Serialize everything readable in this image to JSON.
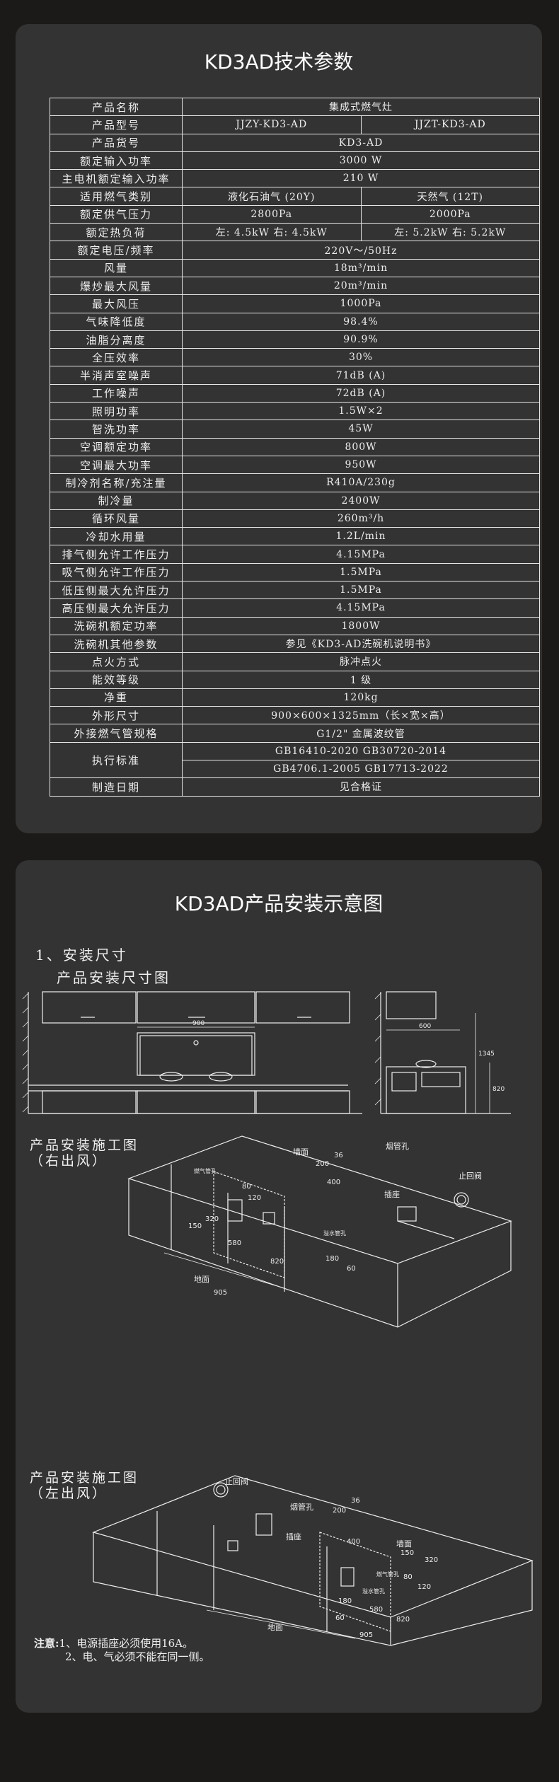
{
  "spec": {
    "title": "KD3AD技术参数",
    "rows": [
      {
        "label": "产品名称",
        "value": "集成式燃气灶"
      },
      {
        "label": "产品型号",
        "v1": "JJZY-KD3-AD",
        "v2": "JJZT-KD3-AD"
      },
      {
        "label": "产品货号",
        "value": "KD3-AD"
      },
      {
        "label": "额定输入功率",
        "value": "3000 W"
      },
      {
        "label": "主电机额定输入功率",
        "value": "210 W"
      },
      {
        "label": "适用燃气类别",
        "v1": "液化石油气 (20Y)",
        "v2": "天然气 (12T)"
      },
      {
        "label": "额定供气压力",
        "v1": "2800Pa",
        "v2": "2000Pa"
      },
      {
        "label": "额定热负荷",
        "v1": "左: 4.5kW  右: 4.5kW",
        "v2": "左: 5.2kW  右: 5.2kW"
      },
      {
        "label": "额定电压/频率",
        "value": "220V～/50Hz"
      },
      {
        "label": "风量",
        "value": "18m³/min"
      },
      {
        "label": "爆炒最大风量",
        "value": "20m³/min"
      },
      {
        "label": "最大风压",
        "value": "1000Pa"
      },
      {
        "label": "气味降低度",
        "value": "98.4%"
      },
      {
        "label": "油脂分离度",
        "value": "90.9%"
      },
      {
        "label": "全压效率",
        "value": "30%"
      },
      {
        "label": "半消声室噪声",
        "value": "71dB (A)"
      },
      {
        "label": "工作噪声",
        "value": "72dB (A)"
      },
      {
        "label": "照明功率",
        "value": "1.5W×2"
      },
      {
        "label": "智洗功率",
        "value": "45W"
      },
      {
        "label": "空调额定功率",
        "value": "800W"
      },
      {
        "label": "空调最大功率",
        "value": "950W"
      },
      {
        "label": "制冷剂名称/充注量",
        "value": "R410A/230g"
      },
      {
        "label": "制冷量",
        "value": "2400W"
      },
      {
        "label": "循环风量",
        "value": "260m³/h"
      },
      {
        "label": "冷却水用量",
        "value": "1.2L/min"
      },
      {
        "label": "排气侧允许工作压力",
        "value": "4.15MPa"
      },
      {
        "label": "吸气侧允许工作压力",
        "value": "1.5MPa"
      },
      {
        "label": "低压侧最大允许压力",
        "value": "1.5MPa"
      },
      {
        "label": "高压侧最大允许压力",
        "value": "4.15MPa"
      },
      {
        "label": "洗碗机额定功率",
        "value": "1800W"
      },
      {
        "label": "洗碗机其他参数",
        "value": "参见《KD3-AD洗碗机说明书》"
      },
      {
        "label": "点火方式",
        "value": "脉冲点火"
      },
      {
        "label": "能效等级",
        "value": "1 级"
      },
      {
        "label": "净重",
        "value": "120kg"
      },
      {
        "label": "外形尺寸",
        "value": "900×600×1325mm（长×宽×高）"
      },
      {
        "label": "外接燃气管规格",
        "value": "G1/2\" 金属波纹管"
      }
    ],
    "standard": {
      "label": "执行标准",
      "line1": "GB16410-2020    GB30720-2014",
      "line2": "GB4706.1-2005   GB17713-2022"
    },
    "date": {
      "label": "制造日期",
      "value": "见合格证"
    }
  },
  "install": {
    "title": "KD3AD产品安装示意图",
    "sec1": "1、安装尺寸",
    "sec1_sub": "产品安装尺寸图",
    "dims": {
      "width": "900",
      "depth": "600",
      "height": "1345",
      "counter": "820"
    },
    "right": {
      "title1": "产品安装施工图",
      "title2": "（右出风）",
      "labels": {
        "wall": "墙面",
        "pipe_hole": "烟管孔",
        "socket": "插座",
        "check_valve": "止回阀",
        "floor": "地面",
        "gas_hole": "燃气管孔",
        "drain_hole": "溢水管孔"
      },
      "nums": {
        "a": "200",
        "b": "36",
        "c": "120",
        "d": "80",
        "e": "400",
        "f": "150",
        "g": "320",
        "h": "580",
        "i": "820",
        "j": "905",
        "k": "180",
        "l": "60"
      }
    },
    "left": {
      "title1": "产品安装施工图",
      "title2": "（左出风）",
      "labels": {
        "check_valve": "止回阀",
        "pipe_hole": "烟管孔",
        "socket": "插座",
        "wall": "墙面",
        "floor": "地面",
        "gas_hole": "燃气管孔",
        "drain_hole": "溢水管孔"
      },
      "nums": {
        "a": "200",
        "b": "36",
        "c": "400",
        "d": "120",
        "e": "80",
        "f": "150",
        "g": "320",
        "h": "580",
        "i": "820",
        "j": "905",
        "k": "180",
        "l": "60"
      }
    },
    "notes": {
      "prefix": "注意:",
      "line1": "1、电源插座必须使用16A。",
      "line2": "2、电、气必须不能在同一侧。"
    }
  }
}
